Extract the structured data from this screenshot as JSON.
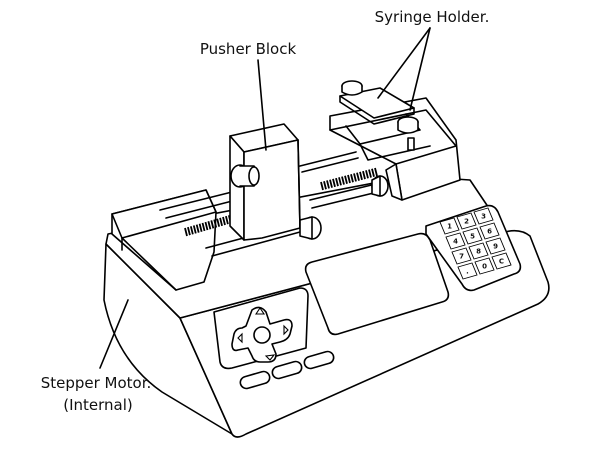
{
  "labels": {
    "syringe_holder": "Syringe Holder.",
    "pusher_block": "Pusher Block",
    "stepper_motor_line1": "Stepper Motor.",
    "stepper_motor_line2": "(Internal)"
  },
  "keypad": {
    "keys": [
      "1",
      "2",
      "3",
      "4",
      "5",
      "6",
      "7",
      "8",
      "9",
      ".",
      "0",
      "C"
    ]
  }
}
